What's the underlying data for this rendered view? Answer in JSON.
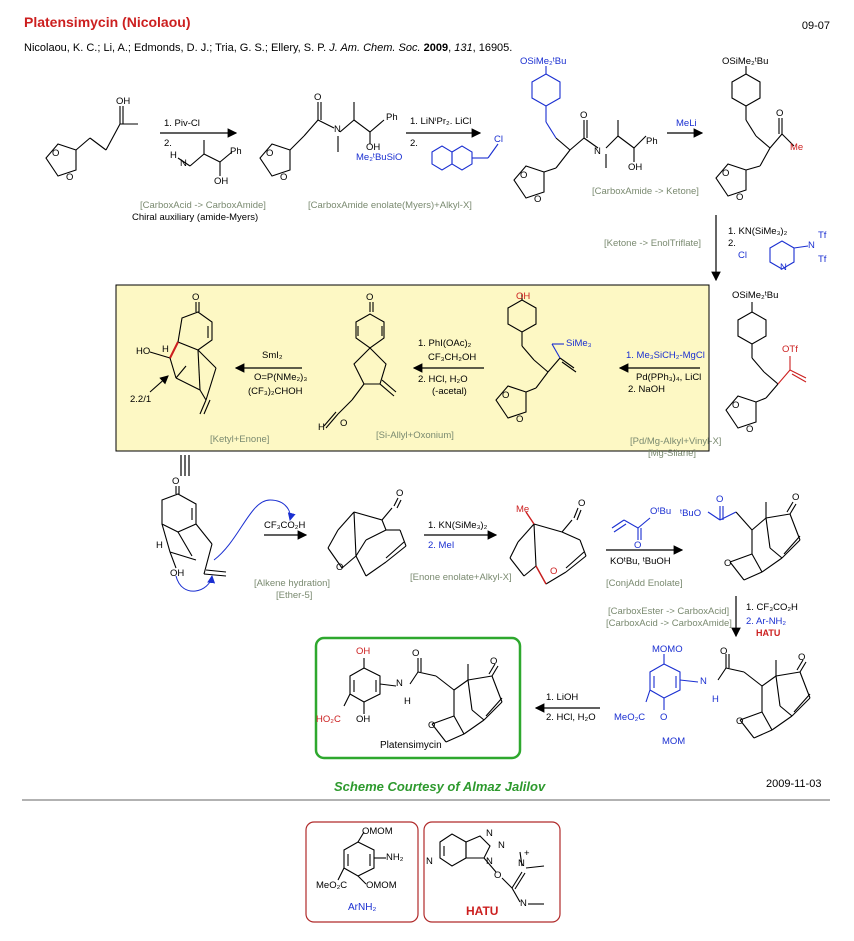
{
  "header": {
    "title": "Platensimycin (Nicolaou)",
    "code": "09-07",
    "citation_authors": "Nicolaou, K. C.; Li, A.; Edmonds, D. J.;  Tria, G. S.;  Ellery, S. P. ",
    "citation_journal": "J. Am. Chem. Soc.",
    "citation_year": "2009",
    "citation_volume": "131",
    "citation_pages": ", 16905."
  },
  "steps": {
    "s1_reagent1": "1. Piv-Cl",
    "s1_reagent2": "2.",
    "s1_tag": "[CarboxAcid -> CarboxAmide]",
    "s1_note": "Chiral auxiliary (amide-Myers)",
    "s2_reagent1": "1. LiNⁱPr₂. LiCl",
    "s2_reagent2": "2.",
    "s2_tag": "[CarboxAmide enolate(Myers)+Alkyl-X]",
    "s3_reagent": "MeLi",
    "s3_tag": "[CarboxAmide -> Ketone]",
    "s4_reagent1": "1. KN(SiMe₃)₂",
    "s4_reagent2": "2.",
    "s4_tag": "[Ketone -> EnolTriflate]",
    "s5_reagent1": "1. Me₃SiCH₂-MgCl",
    "s5_reagent2": "Pd(PPh₃)₄, LiCl",
    "s5_reagent3": "2. NaOH",
    "s5_tag1": "[Pd/Mg-Alkyl+Vinyl-X]",
    "s5_tag2": "[Mg-Silane]",
    "s6_reagent1": "1. PhI(OAc)₂",
    "s6_reagent2": "CF₃CH₂OH",
    "s6_reagent3": "2. HCl, H₂O",
    "s6_reagent4": "(-acetal)",
    "s6_tag": "[Si-Allyl+Oxonium]",
    "s7_reagent1": "SmI₂",
    "s7_reagent2": "O=P(NMe₂)₃",
    "s7_reagent3": "(CF₃)₂CHOH",
    "s7_tag": "[Ketyl+Enone]",
    "s7_ratio": "2.2/1",
    "s8_reagent": "CF₃CO₂H",
    "s8_tag1": "[Alkene hydration]",
    "s8_tag2": "[Ether-5]",
    "s9_reagent1": "1. KN(SiMe₃)₂",
    "s9_reagent2": "2. MeI",
    "s9_tag": "[Enone enolate+Alkyl-X]",
    "s10_reagent": "KOᵗBu, ᵗBuOH",
    "s10_tag": "[ConjAdd Enolate]",
    "s11_reagent1": "1. CF₃CO₂H",
    "s11_reagent2": "2. Ar-NH₂",
    "s11_reagent3": "HATU",
    "s11_tag1": "[CarboxEster -> CarboxAcid]",
    "s11_tag2": "[CarboxAcid -> CarboxAmide]",
    "s12_reagent1": "1. LiOH",
    "s12_reagent2": "2. HCl, H₂O"
  },
  "atoms": {
    "cooh_oh": "OH",
    "o": "O",
    "n": "N",
    "h": "H",
    "ph": "Ph",
    "oh": "OH",
    "tbs_ether": "OSiMe₂ᵗBu",
    "silyl_reagent": "Me₂ᵗBuSiO",
    "cl": "Cl",
    "me": "Me",
    "tf": "Tf",
    "otf": "OTf",
    "sime3": "SiMe₃",
    "ho": "HO",
    "obu": "OᵗBu",
    "tbuo": "ᵗBuO",
    "momo": "MOMO",
    "mom": "MOM",
    "omom": "OMOM",
    "meo2c": "MeO₂C",
    "ho2c": "HO₂C",
    "nh2": "NH₂",
    "plus": "+"
  },
  "product_label": "Platensimycin",
  "credit": "Scheme Courtesy of Almaz Jalilov",
  "date": "2009-11-03",
  "legend": {
    "arnh2": "ArNH₂",
    "hatu": "HATU"
  },
  "colors": {
    "title": "#cc1f1f",
    "accent_blue": "#1a2fd1",
    "accent_red": "#cc1f1f",
    "tag_gray": "#7a8a70",
    "highlight_box": "#fdf8c4",
    "product_box": "#2ea82e",
    "legend_box": "#b02a2a",
    "credit": "#2e9a2e"
  }
}
